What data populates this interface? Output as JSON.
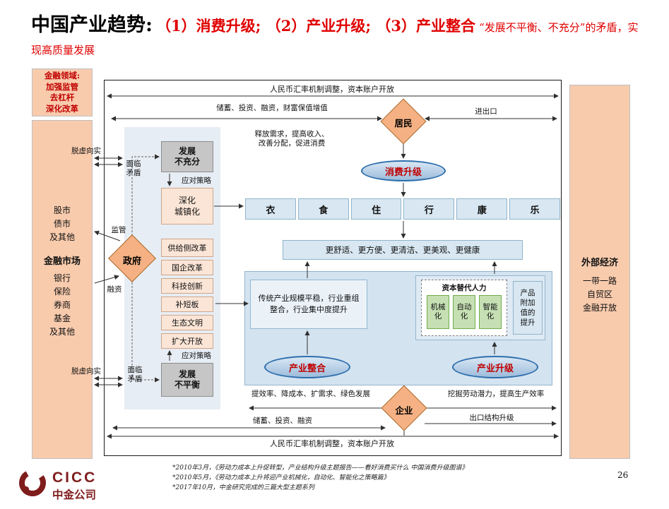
{
  "slide": {
    "title_black": "中国产业趋势:",
    "title_red": "（1）消费升级; （2）产业升级; （3）产业整合",
    "title_sub": "“发展不平衡、不充分”的矛盾，实现高质量发展"
  },
  "left_column": {
    "finance_domain": [
      "金融领域:",
      "加强监管",
      "去杠杆",
      "深化改革"
    ],
    "market_top": [
      "股市",
      "债市",
      "及其他"
    ],
    "market_title": "金融市场",
    "market_bottom": [
      "银行",
      "保险",
      "券商",
      "基金",
      "及其他"
    ]
  },
  "right_column": {
    "title": "外部经济",
    "items": [
      "一带一路",
      "自贸区",
      "金融开放"
    ]
  },
  "flow": {
    "fx_top": "人民币汇率机制调整，资本账户开放",
    "savings_top": "储蓄、投资、融资，财富保值增值",
    "import_export": "进出口",
    "resident": "居民",
    "release_demand_line1": "释放需求，提高收入、",
    "release_demand_line2": "改善分配，促进消费",
    "consumption_upgrade": "消费升级",
    "categories": [
      "衣",
      "食",
      "住",
      "行",
      "康",
      "乐"
    ],
    "comfort": "更舒适、更方便、更清洁、更美观、更健康",
    "tuoxu_top": "脱虚向实",
    "tuoxu_bottom": "脱虚向实",
    "government": "政府",
    "regulation": "监管",
    "financing": "融资",
    "contradiction_top": "面临矛盾",
    "strategy_top": "应对策略",
    "dev_insufficient_line1": "发展",
    "dev_insufficient_line2": "不充分",
    "urbanization_line1": "深化",
    "urbanization_line2": "城镇化",
    "policies": [
      "供给侧改革",
      "国企改革",
      "科技创新",
      "补短板",
      "生态文明",
      "扩大开放"
    ],
    "strategy_bottom": "应对策略",
    "contradiction_bottom": "面临矛盾",
    "dev_unbalanced_line1": "发展",
    "dev_unbalanced_line2": "不平衡",
    "traditional": "传统产业规模平稳，行业重组整合，行业集中度提升",
    "capital_for_labor": "资本替代人力",
    "mechanization": [
      "机械化",
      "自动化",
      "智能化"
    ],
    "product_value": "产品附加值的提升",
    "industry_integration": "产业整合",
    "industry_upgrade": "产业升级",
    "enterprise": "企业",
    "efficiency": "提效率、降成本、扩需求、绿色发展",
    "labor_potential": "挖掘劳动潜力，提高生产效率",
    "savings_bottom": "储蓄、投资、融资",
    "export_upgrade": "出口结构升级",
    "fx_bottom": "人民币汇率机制调整，资本账户开放"
  },
  "footer": {
    "logo_latin": "CICC",
    "logo_cn": "中金公司",
    "notes": [
      "*2010年3月，《劳动力成本上升促转型，产业结构升级主题报告——看好消费买什么 中国消费升级图谱》",
      "*2010年5月，《劳动力成本上升将迎产业机械化，自动化、智能化之策略篇》",
      "*2017年10月，中金研究完成的三篇大型主题系列"
    ],
    "page_number": "26"
  }
}
